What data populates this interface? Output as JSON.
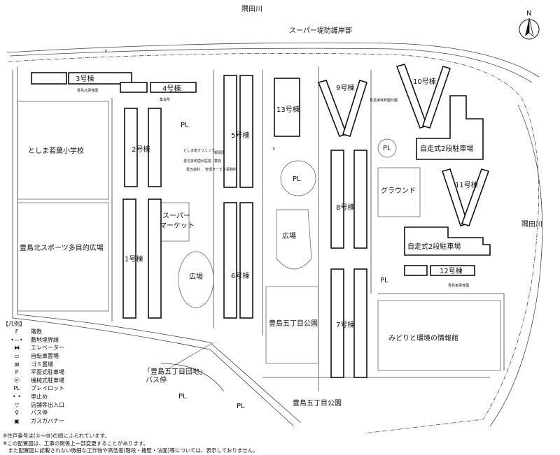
{
  "map": {
    "river_top": "隅田川",
    "river_right": "隅田川",
    "super_levee": "スーパー堤防護岸部",
    "north": "N",
    "buildings": {
      "b1": "1号棟",
      "b2": "2号棟",
      "b3": "3号棟",
      "b4": "4号棟",
      "b5": "5号棟",
      "b6": "6号棟",
      "b7": "7号棟",
      "b8": "8号棟",
      "b9": "9号棟",
      "b10": "10号棟",
      "b11": "11号棟",
      "b12": "12号棟",
      "b13": "13号棟"
    },
    "places": {
      "school": "としま若葉小学校",
      "sports": "豊島北スポーツ多目的広場",
      "supermarket_1": "スーパー",
      "supermarket_2": "マーケット",
      "plaza_a": "広場",
      "plaza_b": "広場",
      "ground": "グラウンド",
      "parking_a": "自走式2段駐車場",
      "parking_b": "自走式2段駐車場",
      "park_a": "豊島五丁目公園",
      "park_b": "豊島五丁目公園",
      "info_center": "みどりと環境の情報館",
      "bus_stop_1": "「豊島五丁目団地」",
      "bus_stop_2": "バス停",
      "nursery_north": "豊島北保育園",
      "meeting_hall": "集会所",
      "nursery_east_branch": "豊島東保育園分園",
      "nursery_east": "豊島東保育園",
      "clinic": "としま南クリニック",
      "dental_1": "豊島技術歯科医院",
      "dental_2": "豊五歯科",
      "post": "郵便局",
      "pharmacy": "薬局",
      "mgmt": "管理サービス事務所",
      "pl": "PL",
      "p": "P"
    }
  },
  "legend": {
    "title": "【凡例】",
    "items": [
      {
        "symbol": "F",
        "label": "階数"
      },
      {
        "symbol": "•—•",
        "label": "敷地境界線"
      },
      {
        "symbol": "⧓",
        "label": "エレベーター"
      },
      {
        "symbol": "▭",
        "label": "自転車置場"
      },
      {
        "symbol": "⊠",
        "label": "ゴミ置場"
      },
      {
        "symbol": "P",
        "label": "平面式駐車場"
      },
      {
        "symbol": "Ⓟ",
        "label": "機械式駐車場"
      },
      {
        "symbol": "PL",
        "label": "プレイロット"
      },
      {
        "symbol": "• •",
        "label": "車止め"
      },
      {
        "symbol": "▽",
        "label": "店舗等出入口"
      },
      {
        "symbol": "♀",
        "label": "バス停"
      },
      {
        "symbol": "▣",
        "label": "ガスガバナー"
      }
    ]
  },
  "notes": [
    "※住戸番号は(①〜㊿)の順にふられています。",
    "※この配置図は、工事の関係上一部変更することがあります。",
    "　また配置図に記載されない微細な工作物や高低差(階段・擁壁・法面)等については、表示しておりません。"
  ]
}
